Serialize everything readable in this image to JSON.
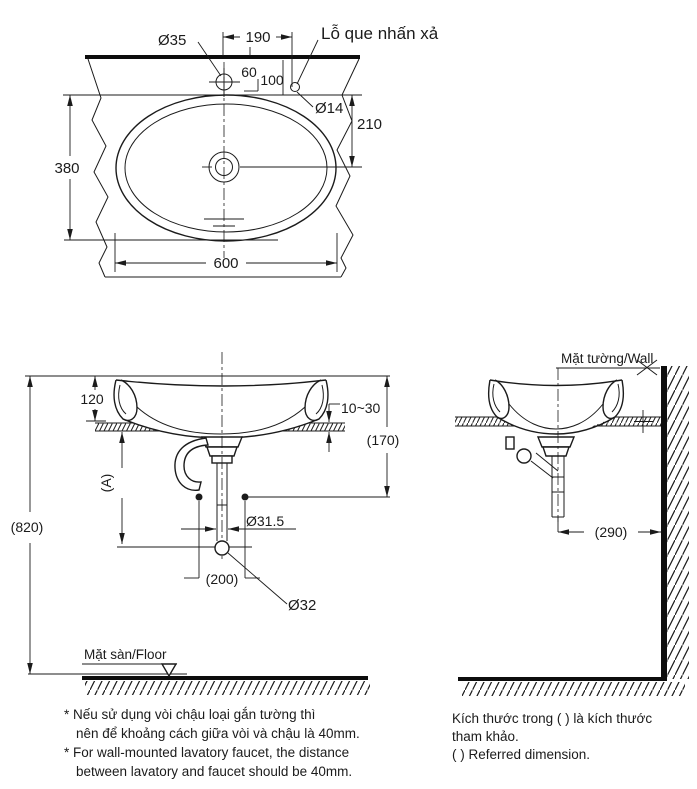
{
  "colors": {
    "ink": "#1b1b1b",
    "background": "#ffffff"
  },
  "top_view": {
    "pushrod_label": "Lỗ que nhấn xả",
    "dia_faucet_hole": "Ø35",
    "dim_190": "190",
    "dim_60": "60",
    "dim_100": "100",
    "dia_pushrod_hole": "Ø14",
    "dim_210": "210",
    "dim_380": "380",
    "dim_600": "600"
  },
  "front_view": {
    "dim_120": "120",
    "dim_counter_thickness": "10~30",
    "dim_170": "(170)",
    "dim_A": "(A)",
    "dim_820": "(820)",
    "dia_drain_pipe": "Ø31.5",
    "dim_200": "(200)",
    "dia_outlet": "Ø32",
    "floor_label": "Mặt sàn/Floor"
  },
  "side_view": {
    "wall_label": "Mặt tường/Wall",
    "dim_290": "(290)"
  },
  "notes_left": [
    "* Nếu sử dụng vòi chậu loại gắn tường thì",
    "nên để khoảng cách giữa vòi và chậu là 40mm.",
    "* For wall-mounted lavatory faucet, the distance",
    "between lavatory and faucet should be 40mm."
  ],
  "notes_right": [
    "Kích thước trong ( ) là kích thước",
    "tham khảo.",
    "( ) Referred dimension."
  ]
}
